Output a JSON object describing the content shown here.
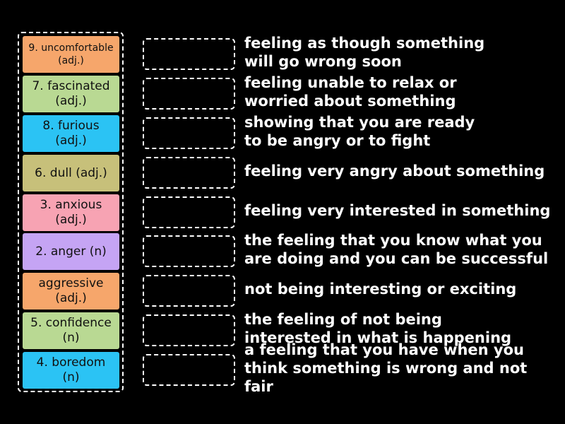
{
  "tiles": [
    {
      "label": "9. uncomfortable\n(adj.)",
      "color": "#F6A66B"
    },
    {
      "label": "7. fascinated\n(adj.)",
      "color": "#B9D993"
    },
    {
      "label": "8. furious\n(adj.)",
      "color": "#2BC3F4"
    },
    {
      "label": "6. dull (adj.)",
      "color": "#C7C07A"
    },
    {
      "label": "3. anxious\n(adj.)",
      "color": "#F7A3B3"
    },
    {
      "label": "2. anger (n)",
      "color": "#C5A4F4"
    },
    {
      "label": "aggressive\n(adj.)",
      "color": "#F6A66B"
    },
    {
      "label": "5. confidence\n(n)",
      "color": "#B9D993"
    },
    {
      "label": "4. boredom\n(n)",
      "color": "#2BC3F4"
    }
  ],
  "definitions": [
    "feeling as though something\nwill go wrong soon",
    "feeling unable to relax or\nworried about something",
    "showing that you are ready\nto be angry or to fight",
    "feeling very angry about something",
    "feeling very interested in something",
    "the feeling that you know what you\nare doing and you can be successful",
    "not being interesting or exciting",
    "the feeling of not being\ninterested in what is happening",
    "a feeling that you have when you\nthink something is wrong and not fair"
  ]
}
